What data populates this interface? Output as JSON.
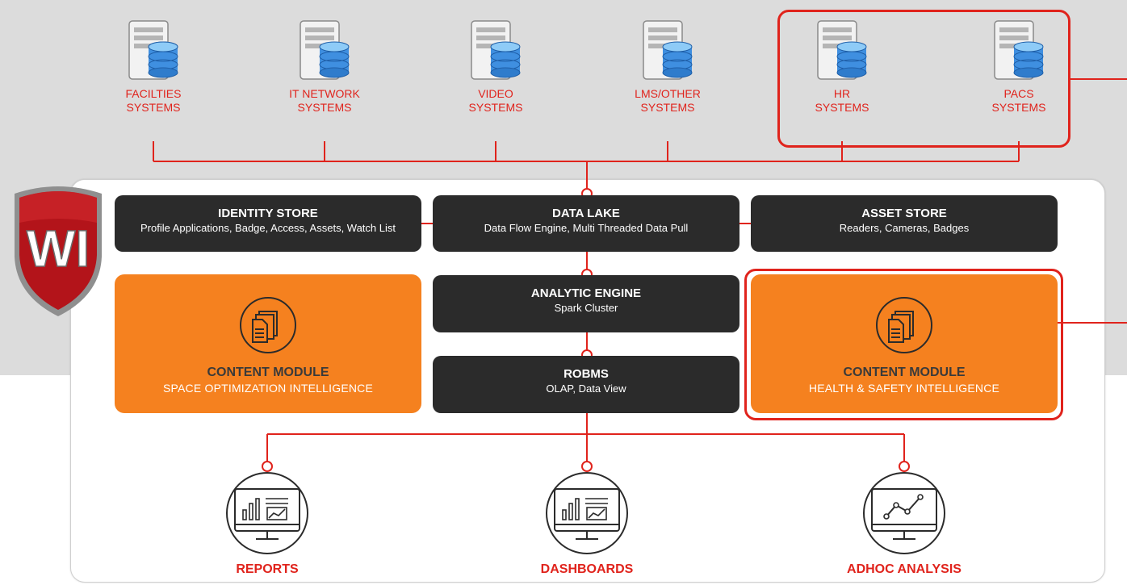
{
  "sources": [
    {
      "label": "FACILTIES\nSYSTEMS",
      "icon": "database-server-icon"
    },
    {
      "label": "IT NETWORK\nSYSTEMS",
      "icon": "database-server-icon"
    },
    {
      "label": "VIDEO\nSYSTEMS",
      "icon": "database-server-icon"
    },
    {
      "label": "LMS/OTHER\nSYSTEMS",
      "icon": "database-server-icon"
    },
    {
      "label": "HR\nSYSTEMS",
      "icon": "database-server-icon"
    },
    {
      "label": "PACS\nSYSTEMS",
      "icon": "database-server-icon"
    }
  ],
  "logo": {
    "text": "WI"
  },
  "stores": {
    "identity": {
      "title": "IDENTITY STORE",
      "subtitle": "Profile Applications, Badge, Access, Assets, Watch List"
    },
    "lake": {
      "title": "DATA LAKE",
      "subtitle": "Data Flow Engine, Multi Threaded Data Pull"
    },
    "asset": {
      "title": "ASSET STORE",
      "subtitle": "Readers, Cameras, Badges"
    }
  },
  "engine": {
    "title": "ANALYTIC ENGINE",
    "subtitle": "Spark Cluster"
  },
  "robms": {
    "title": "ROBMS",
    "subtitle": "OLAP, Data View"
  },
  "modules": {
    "left": {
      "title": "CONTENT MODULE",
      "subtitle": "SPACE OPTIMIZATION INTELLIGENCE",
      "icon": "documents-icon"
    },
    "right": {
      "title": "CONTENT MODULE",
      "subtitle": "HEALTH & SAFETY INTELLIGENCE",
      "icon": "documents-icon"
    }
  },
  "outputs": [
    {
      "label": "REPORTS",
      "icon": "bar-chart-monitor-icon"
    },
    {
      "label": "DASHBOARDS",
      "icon": "bar-chart-monitor-icon"
    },
    {
      "label": "ADHOC ANALYSIS",
      "icon": "line-chart-monitor-icon"
    }
  ],
  "colors": {
    "accent": "#e0231c",
    "dark": "#2b2b2b",
    "orange": "#f5811f",
    "background": "#dcdcdc"
  }
}
